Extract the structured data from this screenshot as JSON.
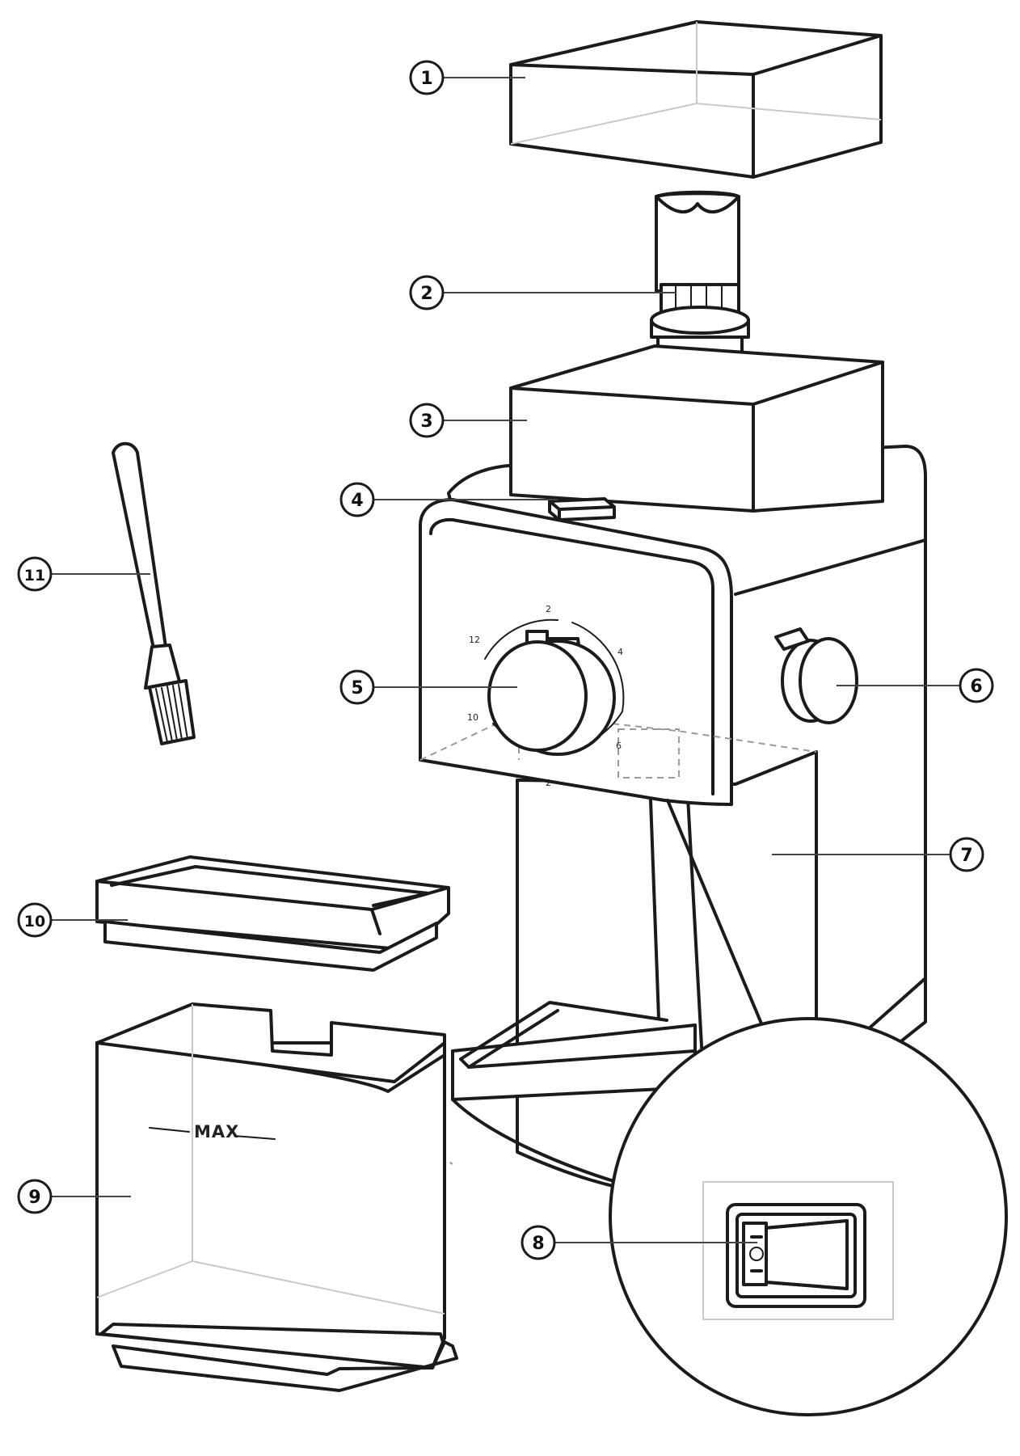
{
  "callouts": [
    {
      "id": "1",
      "label": "1"
    },
    {
      "id": "2",
      "label": "2"
    },
    {
      "id": "3",
      "label": "3"
    },
    {
      "id": "4",
      "label": "4"
    },
    {
      "id": "5",
      "label": "5"
    },
    {
      "id": "6",
      "label": "6"
    },
    {
      "id": "7",
      "label": "7"
    },
    {
      "id": "8",
      "label": "8"
    },
    {
      "id": "9",
      "label": "9"
    },
    {
      "id": "10",
      "label": "10"
    },
    {
      "id": "11",
      "label": "11"
    }
  ],
  "dial_scale": {
    "top": "2",
    "upper_right": "4",
    "right": "6",
    "bottom": "2",
    "left": "10",
    "upper_left": "12"
  },
  "container": {
    "max_label": "MAX"
  },
  "style": {
    "line_color": "#1b1b1b",
    "ghost_color": "#c9c9c9",
    "background": "#ffffff"
  }
}
